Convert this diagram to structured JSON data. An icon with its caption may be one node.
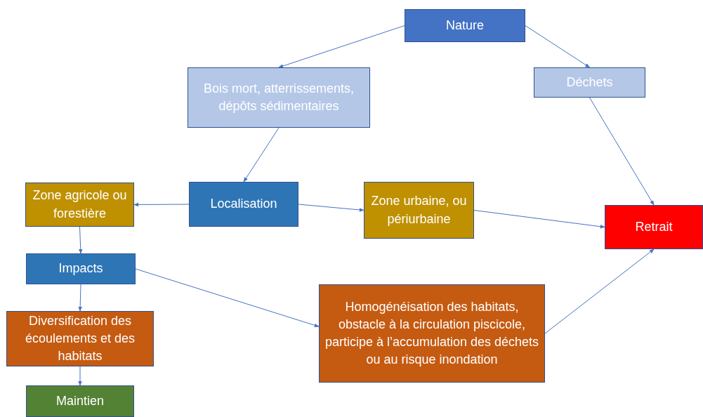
{
  "diagram": {
    "nodes": [
      {
        "text": [
          "Nature"
        ]
      },
      {
        "text": [
          "Bois mort, atterrissements, dépôts sédimentaires"
        ]
      },
      {
        "text": [
          "Déchets"
        ]
      },
      {
        "text": [
          "Zone agricole ou forestière"
        ]
      },
      {
        "text": [
          "Localisation"
        ]
      },
      {
        "text": [
          "Zone urbaine, ou périurbaine"
        ]
      },
      {
        "text": [
          "Retrait"
        ]
      },
      {
        "text": [
          "Impacts"
        ]
      },
      {
        "text": [
          "Homogénéisation des habitats, obstacle à la circulation piscicole, participe à l’accumulation des déchets ou au risque inondation"
        ]
      },
      {
        "text": [
          "Diversification des écoulements et des habitats"
        ]
      },
      {
        "text": [
          "Maintien"
        ]
      }
    ],
    "edges": [
      {
        "from": 0,
        "to": 1,
        "arrow": "to"
      },
      {
        "from": 0,
        "to": 2,
        "arrow": "to"
      },
      {
        "from": 1,
        "to": 4,
        "arrow": "to"
      },
      {
        "from": 2,
        "to": 6,
        "arrow": "to"
      },
      {
        "from": 4,
        "to": 3,
        "arrow": "to"
      },
      {
        "from": 4,
        "to": 5,
        "arrow": "to"
      },
      {
        "from": 5,
        "to": 6,
        "arrow": "to"
      },
      {
        "from": 3,
        "to": 7,
        "arrow": "to"
      },
      {
        "from": 7,
        "to": 8,
        "arrow": "to"
      },
      {
        "from": 8,
        "to": 6,
        "arrow": "to"
      },
      {
        "from": 7,
        "to": 9,
        "arrow": "to"
      },
      {
        "from": 9,
        "to": 10,
        "arrow": "to"
      }
    ]
  }
}
